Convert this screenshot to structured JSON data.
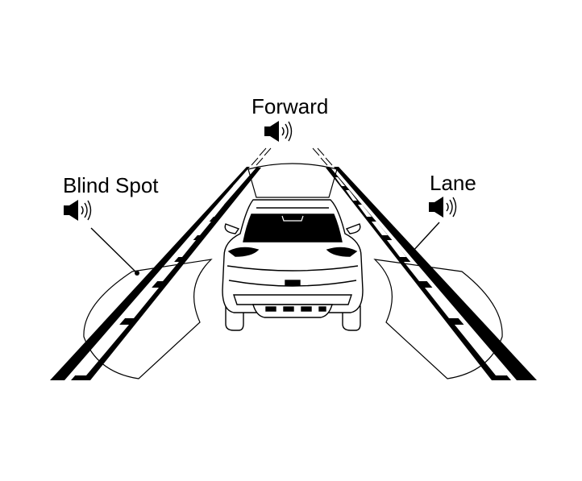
{
  "labels": {
    "forward": "Forward",
    "blind_spot": "Blind Spot",
    "lane": "Lane"
  },
  "icons": {
    "forward": "speaker-icon",
    "blind_spot": "speaker-icon",
    "lane": "speaker-icon"
  },
  "colors": {
    "ink": "#000000",
    "paper": "#ffffff"
  }
}
